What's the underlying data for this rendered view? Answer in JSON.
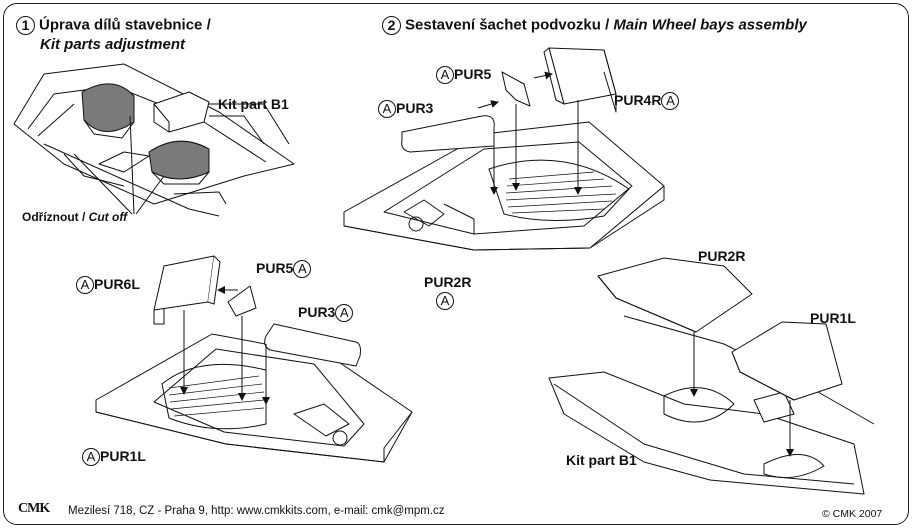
{
  "step1": {
    "number": "1",
    "title_cz": "Úprava dílů stavebnice /",
    "title_en": "Kit parts adjustment",
    "kit_part_label": "Kit part B1",
    "cut_label_cz": "Odříznout /",
    "cut_label_en": "Cut off"
  },
  "step2": {
    "number": "2",
    "title_cz": "Sestavení šachet podvozku /",
    "title_en": "Main Wheel bays assembly"
  },
  "resin_marker": "A",
  "part_labels": {
    "pur5_top": "PUR5",
    "pur3_top": "PUR3",
    "pur4r": "PUR4R",
    "pur2r_mid": "PUR2R",
    "pur6l": "PUR6L",
    "pur5_left": "PUR5",
    "pur3_left": "PUR3",
    "pur1l_bottom": "PUR1L",
    "pur2r_right": "PUR2R",
    "pur1l_right": "PUR1L",
    "kit_part_right": "Kit part B1"
  },
  "footer": {
    "logo": "CMK",
    "address": "Mezilesí 718, CZ - Praha 9,  http: www.cmkkits.com, e-mail: cmk@mpm.cz",
    "copyright": "© CMK 2007"
  },
  "colors": {
    "ink": "#111111",
    "fill_grey": "#7a7a7a",
    "paper": "#ffffff"
  },
  "icons": [
    "step-number-circle",
    "resin-part-marker",
    "assembly-arrow"
  ]
}
